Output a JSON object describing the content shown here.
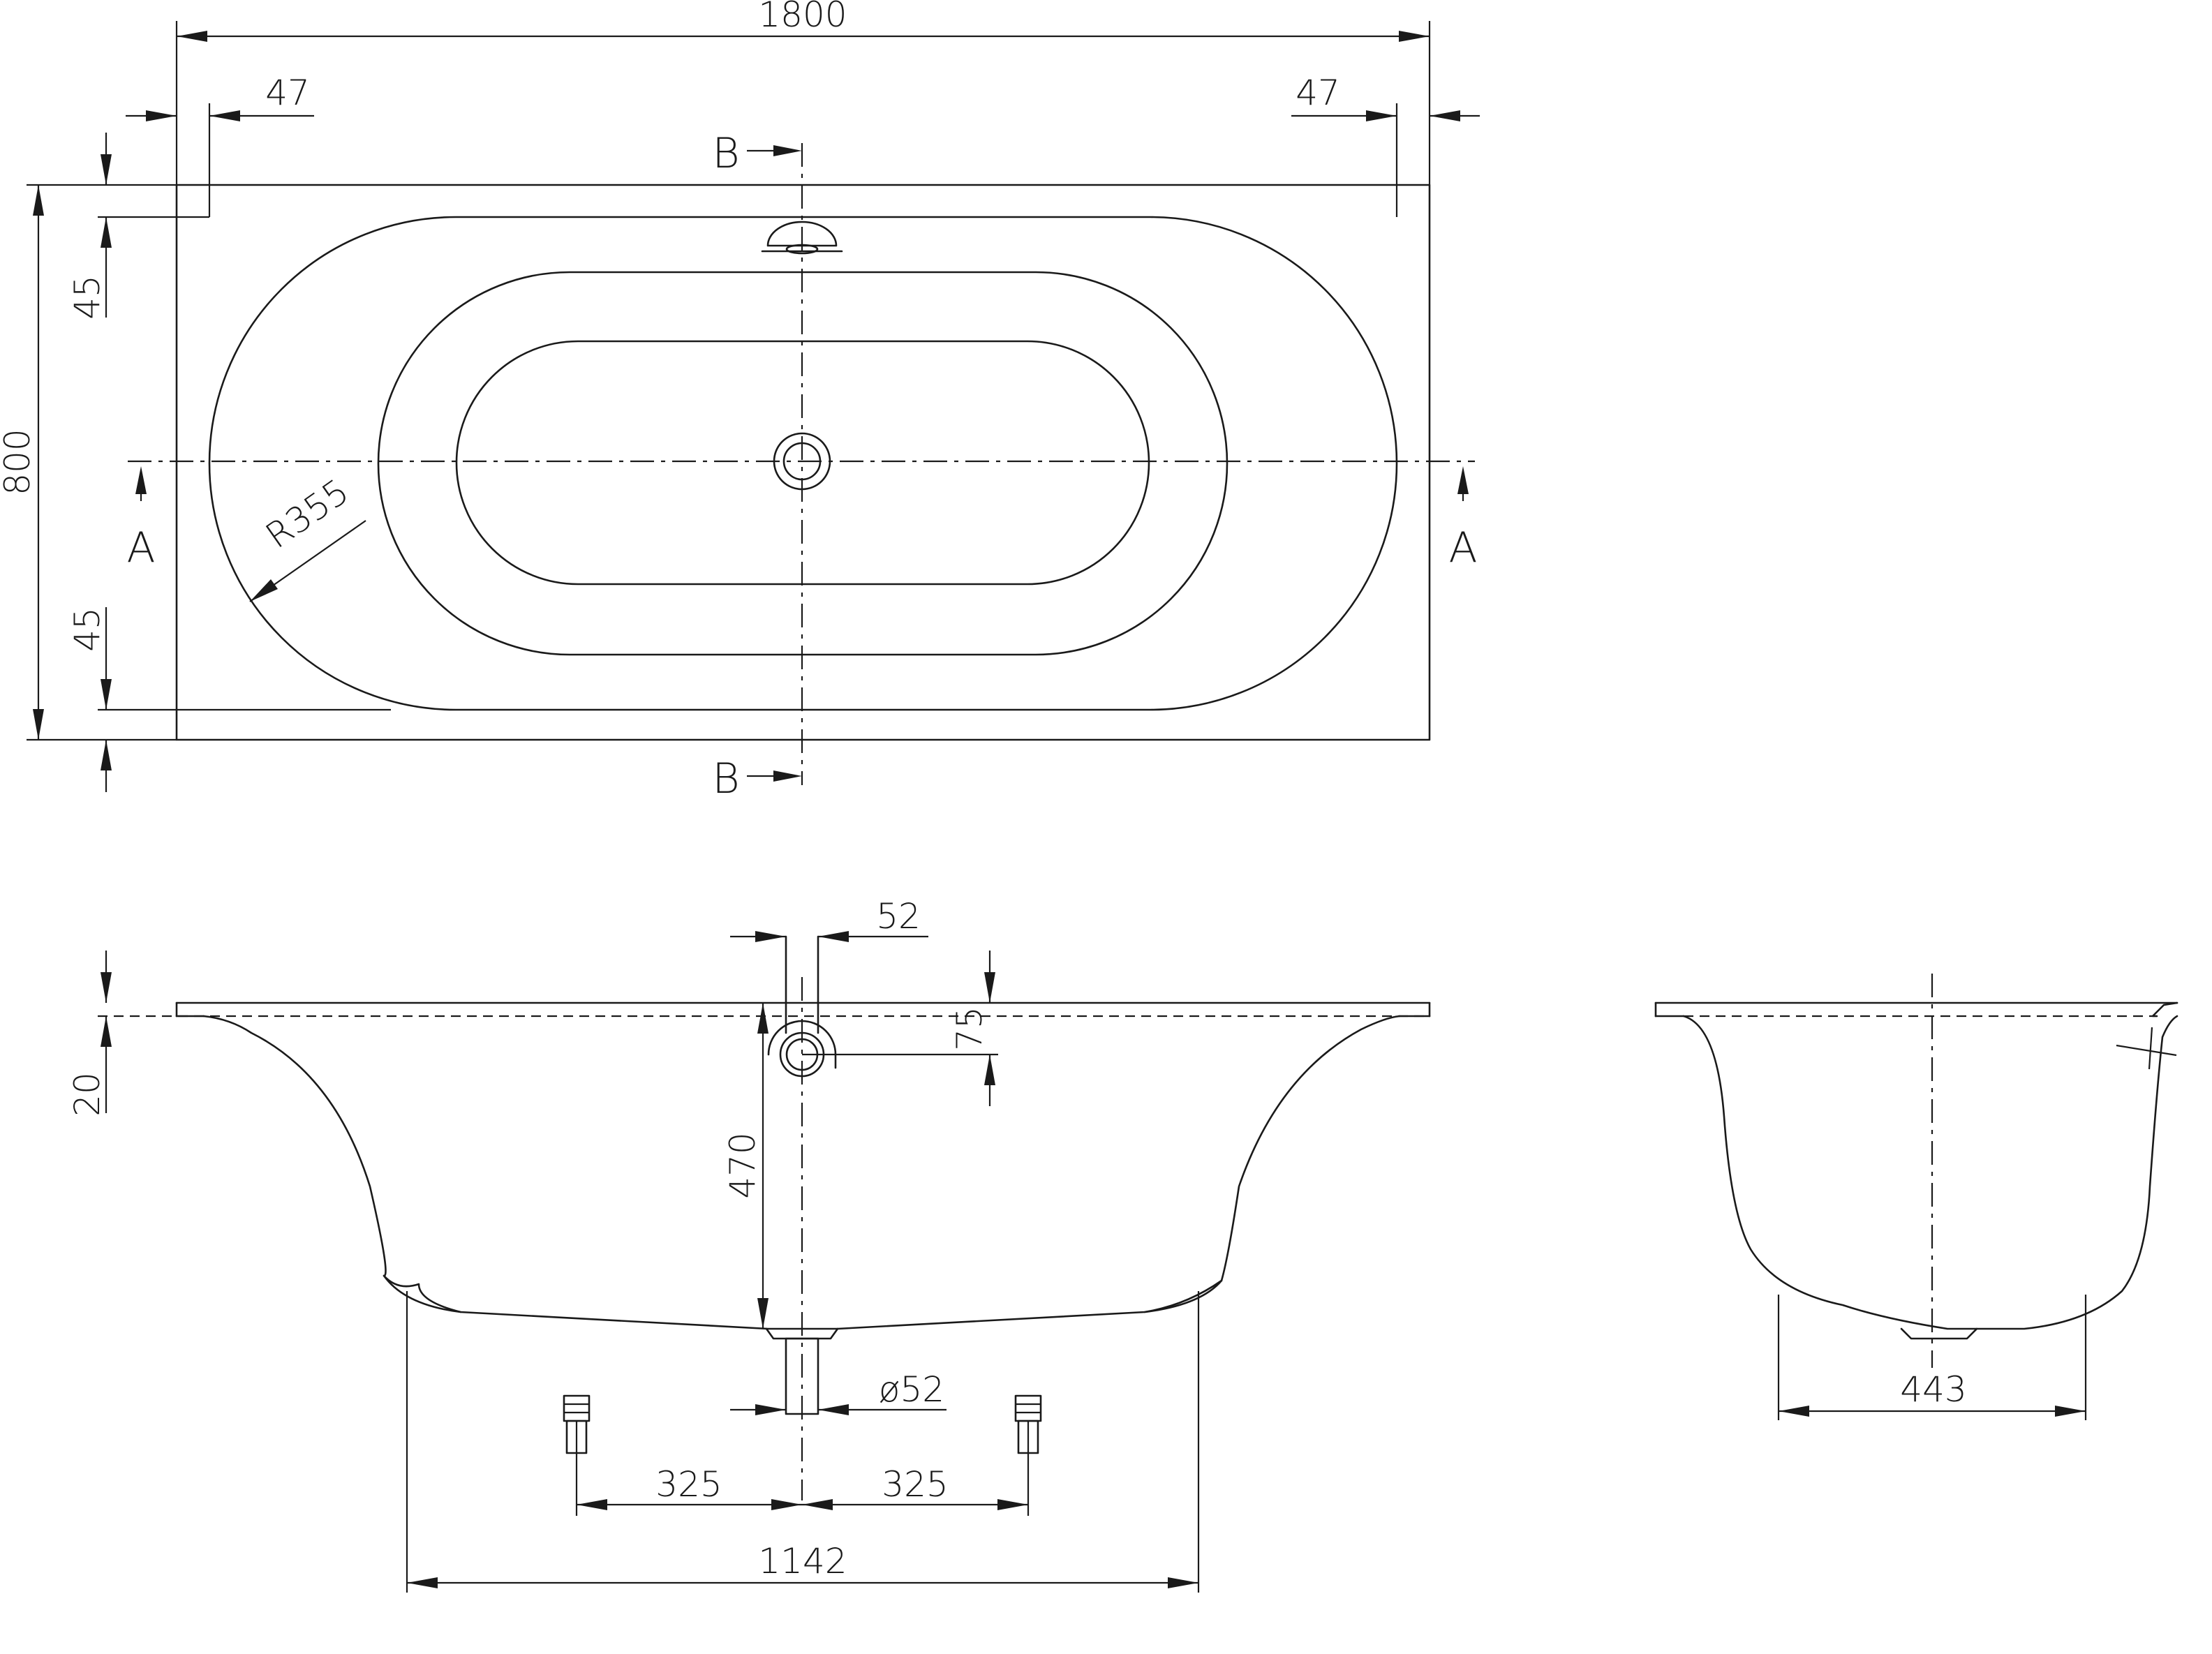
{
  "dimensions": {
    "overall_length": "1800",
    "overall_width": "800",
    "rim_left": "47",
    "rim_right": "47",
    "rim_top": "45",
    "rim_bottom": "45",
    "corner_radius": "R355",
    "overflow_diameter": "52",
    "overflow_height": "75",
    "rim_thickness": "20",
    "depth_to_drain": "470",
    "drain_diameter": "ø52",
    "foot_left_offset": "325",
    "foot_right_offset": "325",
    "bottom_length": "1142",
    "bottom_width": "443"
  },
  "section_labels": {
    "a_left": "A",
    "a_right": "A",
    "b_top": "B",
    "b_bottom": "B"
  }
}
